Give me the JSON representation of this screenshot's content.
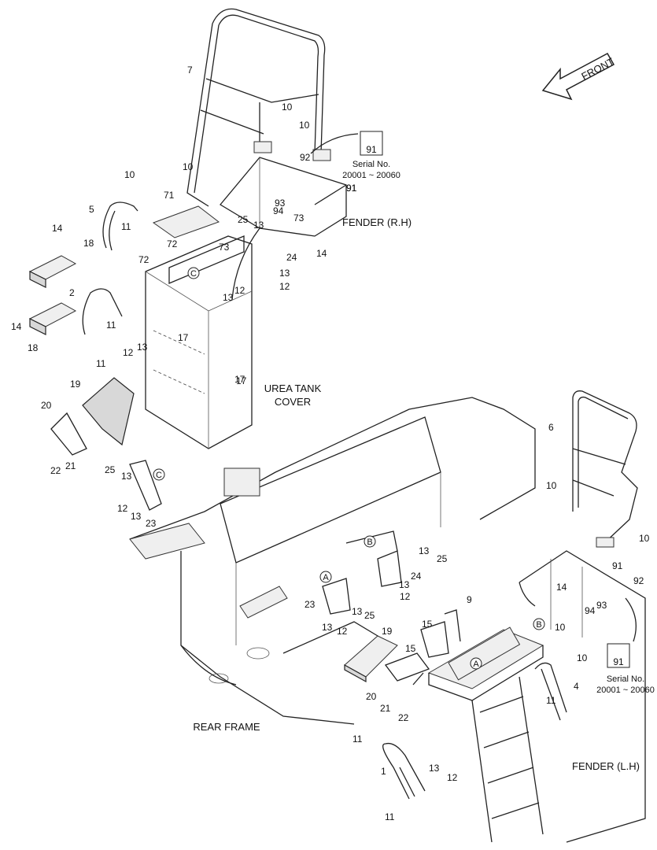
{
  "labels": {
    "front": "FRONT",
    "fender_rh": "FENDER (R.H)",
    "fender_lh": "FENDER (L.H)",
    "urea_tank_cover_1": "UREA TANK",
    "urea_tank_cover_2": "COVER",
    "rear_frame": "REAR FRAME",
    "serial_label_1": "Serial No.",
    "serial_range_1": "20001 ~ 20060",
    "serial_label_2": "Serial No.",
    "serial_range_2": "20001 ~ 20060",
    "box_91_a": "91",
    "box_91_b": "91",
    "circ_a1": "A",
    "circ_a2": "A",
    "circ_b1": "B",
    "circ_b2": "B",
    "circ_c1": "C",
    "circ_c2": "C"
  },
  "part_numbers": [
    "7",
    "10",
    "10",
    "10",
    "91",
    "92",
    "91",
    "93",
    "94",
    "10",
    "71",
    "5",
    "11",
    "73",
    "25",
    "13",
    "14",
    "14",
    "18",
    "72",
    "72",
    "73",
    "24",
    "13",
    "12",
    "13",
    "12",
    "2",
    "11",
    "13",
    "12",
    "17",
    "17",
    "14",
    "18",
    "11",
    "17",
    "19",
    "20",
    "21",
    "22",
    "25",
    "13",
    "12",
    "13",
    "23",
    "6",
    "10",
    "10",
    "91",
    "92",
    "14",
    "94",
    "93",
    "10",
    "13",
    "25",
    "24",
    "13",
    "12",
    "23",
    "13",
    "12",
    "25",
    "13",
    "9",
    "15",
    "15",
    "19",
    "10",
    "4",
    "11",
    "20",
    "21",
    "22",
    "11",
    "1",
    "13",
    "12",
    "11"
  ],
  "icons": [
    "front-arrow-icon"
  ]
}
